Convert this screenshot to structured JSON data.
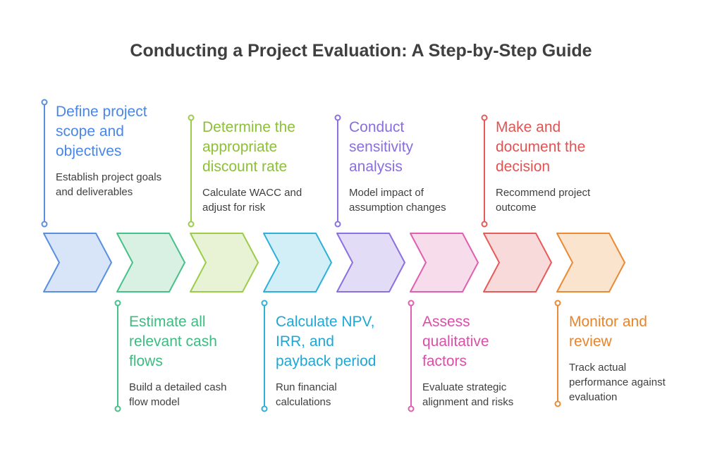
{
  "title": "Conducting a Project Evaluation: A Step-by-Step Guide",
  "steps": [
    {
      "title": "Define project scope and objectives",
      "desc": "Establish project goals and deliverables",
      "stroke": "#5a8fe0",
      "fill": "#d8e4f7",
      "text_color": "#4a86e8"
    },
    {
      "title": "Estimate all relevant cash flows",
      "desc": "Build a detailed cash flow model",
      "stroke": "#48c08a",
      "fill": "#d8f1e3",
      "text_color": "#3dbb80"
    },
    {
      "title": "Determine the appropriate discount rate",
      "desc": "Calculate WACC and adjust for risk",
      "stroke": "#9bcc4a",
      "fill": "#e8f3d6",
      "text_color": "#8dbf3a"
    },
    {
      "title": "Calculate NPV, IRR, and payback period",
      "desc": "Run financial calculations",
      "stroke": "#2fb0d8",
      "fill": "#d2eef7",
      "text_color": "#1ea7d4"
    },
    {
      "title": "Conduct sensitivity analysis",
      "desc": "Model impact of assumption changes",
      "stroke": "#8c6fe0",
      "fill": "#e2dcf7",
      "text_color": "#8a6ee0"
    },
    {
      "title": "Assess qualitative factors",
      "desc": "Evaluate strategic alignment and risks",
      "stroke": "#df5fb0",
      "fill": "#f7dcec",
      "text_color": "#db4fa8"
    },
    {
      "title": "Make and document the decision",
      "desc": "Recommend project outcome",
      "stroke": "#e65a5a",
      "fill": "#f9dada",
      "text_color": "#e05454"
    },
    {
      "title": "Monitor and review",
      "desc": "Track actual performance against evaluation",
      "stroke": "#e88a36",
      "fill": "#fbe4cd",
      "text_color": "#e8842c"
    }
  ]
}
